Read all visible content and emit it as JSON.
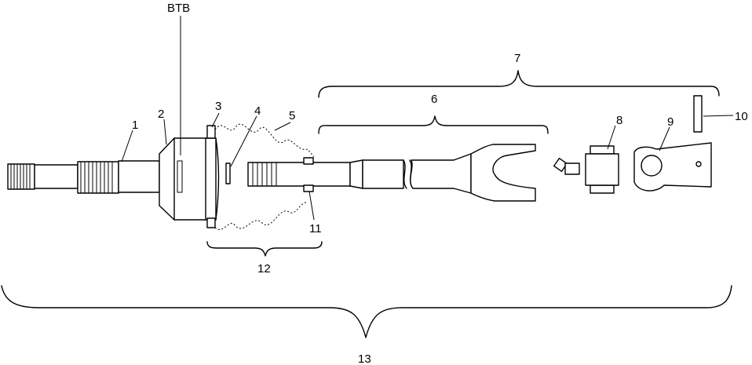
{
  "labels": {
    "btb": "BTB",
    "p1": "1",
    "p2": "2",
    "p3": "3",
    "p4": "4",
    "p5": "5",
    "p6": "6",
    "p7": "7",
    "p8": "8",
    "p9": "9",
    "p10": "10",
    "p11": "11",
    "p12": "12",
    "p13": "13"
  }
}
